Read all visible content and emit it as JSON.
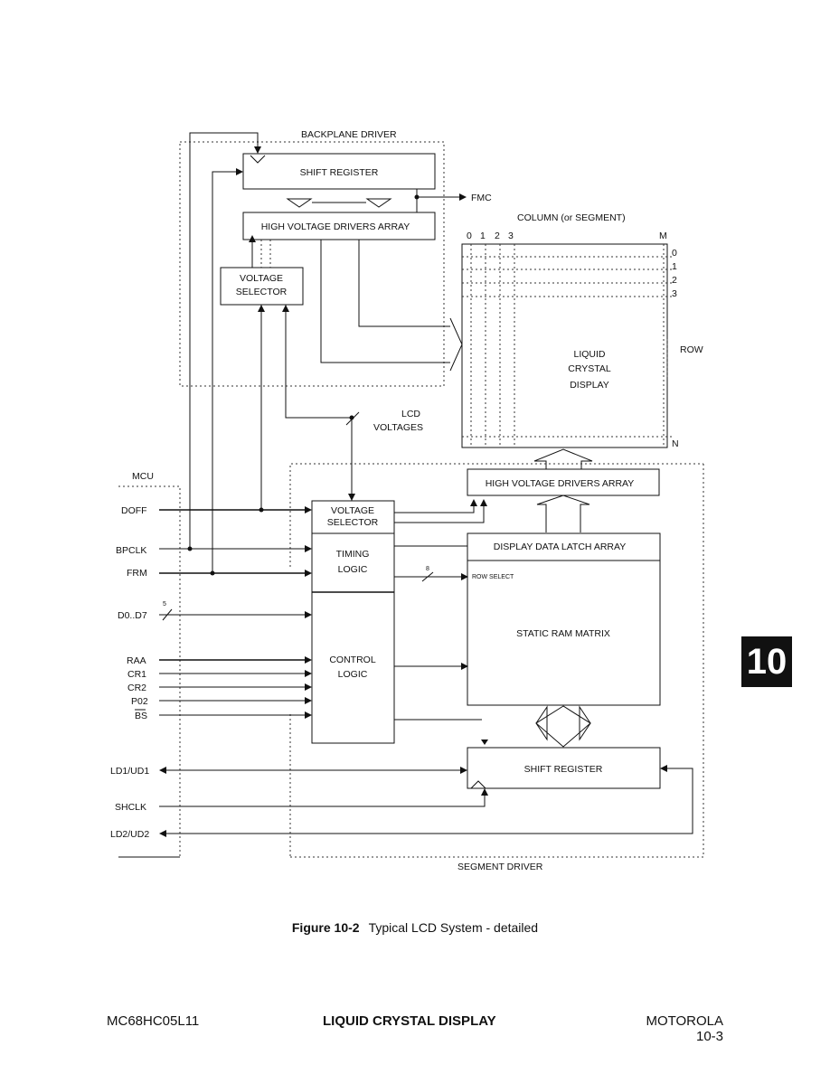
{
  "diagram": {
    "backplane_driver": "BACKPLANE DRIVER",
    "segment_driver": "SEGMENT DRIVER",
    "mcu": "MCU",
    "bp_shift_register": "SHIFT REGISTER",
    "bp_hv_drivers": "HIGH VOLTAGE DRIVERS ARRAY",
    "bp_voltage_selector": [
      "VOLTAGE",
      "SELECTOR"
    ],
    "fmc": "FMC",
    "column_label": "COLUMN (or SEGMENT)",
    "column_indices": [
      "0",
      "1",
      "2",
      "3",
      "M"
    ],
    "row_indices": [
      "0",
      "1",
      "2",
      "3",
      "N"
    ],
    "row_label": "ROW",
    "lcd_label": [
      "LIQUID",
      "CRYSTAL",
      "DISPLAY"
    ],
    "lcd_voltages": [
      "LCD",
      "VOLTAGES"
    ],
    "seg_hv_drivers": "HIGH VOLTAGE DRIVERS ARRAY",
    "seg_voltage_selector": [
      "VOLTAGE",
      "SELECTOR"
    ],
    "timing_logic": [
      "TIMING",
      "LOGIC"
    ],
    "control_logic": [
      "CONTROL",
      "LOGIC"
    ],
    "display_latch": "DISPLAY DATA LATCH ARRAY",
    "row_select": "ROW SELECT",
    "static_ram": "STATIC RAM MATRIX",
    "seg_shift_register": "SHIFT REGISTER",
    "bus_width_timing": "8",
    "bus_width_data": "5",
    "signals": {
      "doff": "DOFF",
      "bpclk": "BPCLK",
      "frm": "FRM",
      "d0d7": "D0..D7",
      "raa": "RAA",
      "cr1": "CR1",
      "cr2": "CR2",
      "p02": "P02",
      "bs": "BS",
      "ld1ud1": "LD1/UD1",
      "shclk": "SHCLK",
      "ld2ud2": "LD2/UD2"
    }
  },
  "caption": {
    "number": "Figure 10-2",
    "text": "Typical LCD System - detailed"
  },
  "footer": {
    "left": "MC68HC05L11",
    "center": "LIQUID CRYSTAL DISPLAY",
    "right_top": "MOTOROLA",
    "right_bottom": "10-3"
  },
  "tab": "10"
}
